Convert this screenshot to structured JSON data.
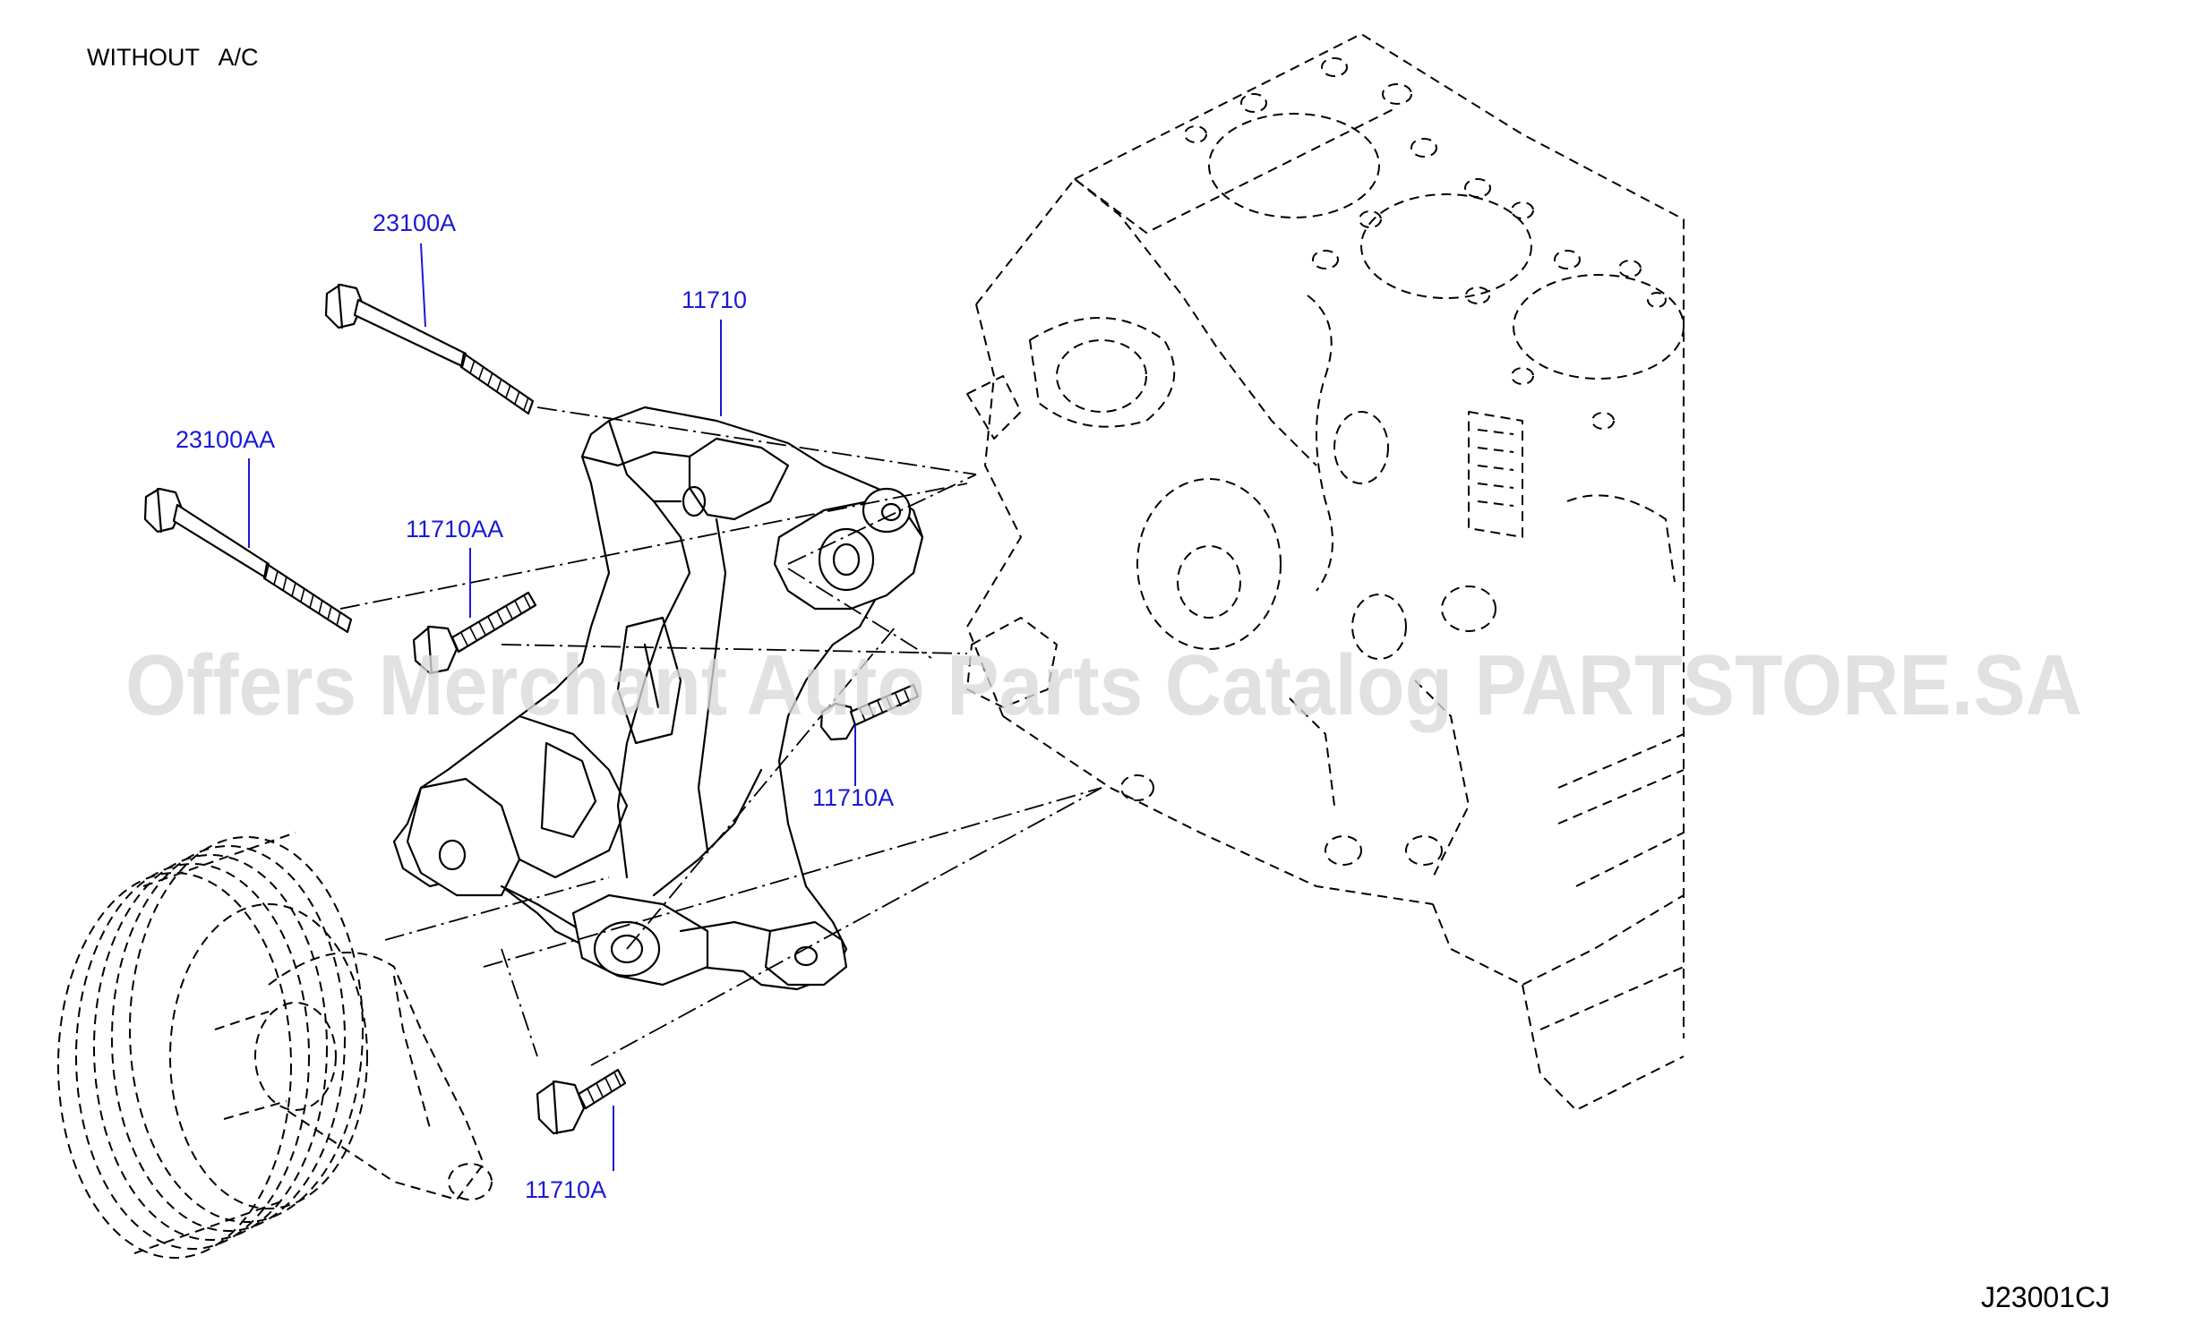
{
  "diagram": {
    "caption": "WITHOUT   A/C",
    "drawing_code": "J23001CJ",
    "watermark": "Offers Merchant Auto Parts Catalog PARTSTORE.SA",
    "callouts": {
      "bolt_upper": "23100A",
      "bracket": "11710",
      "bolt_long": "23100AA",
      "bolt_mid": "11710AA",
      "bolt_right": "11710A",
      "bolt_lower": "11710A"
    },
    "colors": {
      "callout": "#1a1ad6",
      "linework": "#000000",
      "watermark": "#d9d9d9"
    }
  }
}
